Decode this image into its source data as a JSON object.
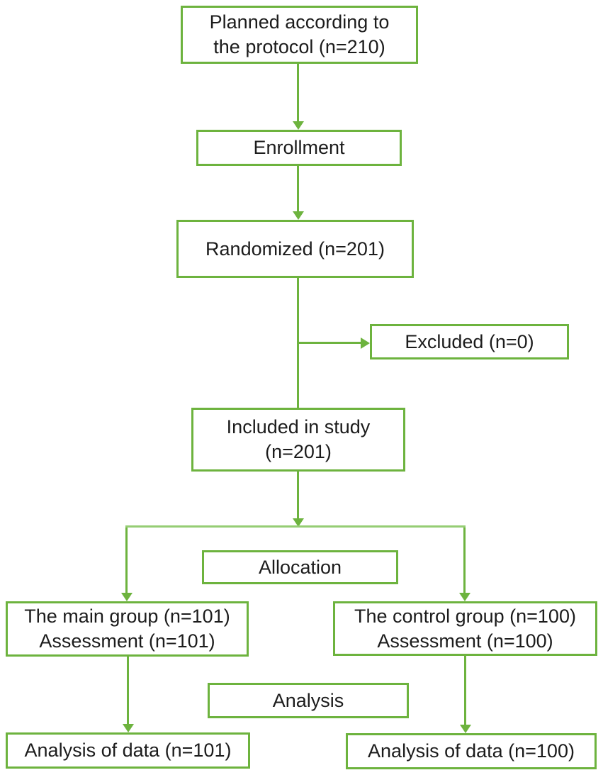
{
  "diagram": {
    "type": "flowchart",
    "colors": {
      "box_border": "#6db33e",
      "connector": "#6db33e",
      "split_line": "#95cd74",
      "text": "#1c1c1c",
      "background": "#ffffff"
    },
    "nodes": {
      "planned": {
        "lines": [
          "Planned according to",
          "the protocol (n=210)"
        ]
      },
      "enrollment": {
        "lines": [
          "Enrollment"
        ]
      },
      "randomized": {
        "lines": [
          "Randomized (n=201)"
        ]
      },
      "excluded": {
        "lines": [
          "Excluded (n=0)"
        ]
      },
      "included": {
        "lines": [
          "Included in study",
          "(n=201)"
        ]
      },
      "allocation": {
        "lines": [
          "Allocation"
        ]
      },
      "main_group": {
        "lines": [
          "The main group (n=101)",
          "Assessment (n=101)"
        ]
      },
      "control_group": {
        "lines": [
          "The control group (n=100)",
          "Assessment (n=100)"
        ]
      },
      "analysis": {
        "lines": [
          "Analysis"
        ]
      },
      "analysis_main": {
        "lines": [
          "Analysis of data (n=101)"
        ]
      },
      "analysis_control": {
        "lines": [
          "Analysis of data (n=100)"
        ]
      }
    }
  }
}
